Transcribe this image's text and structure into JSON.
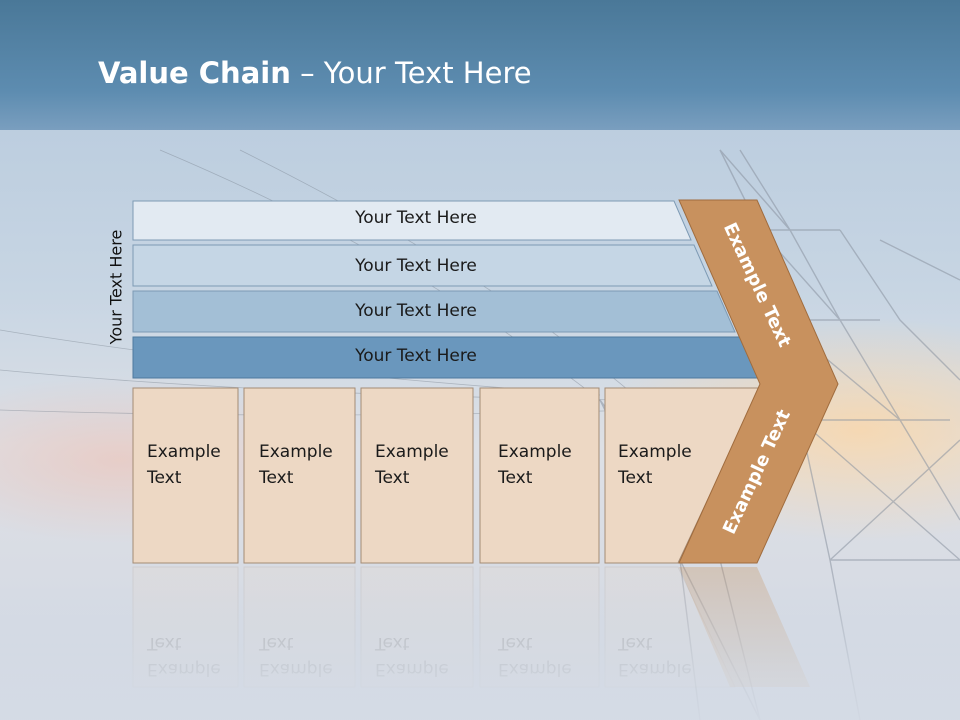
{
  "title": {
    "bold": "Value Chain",
    "rest": " – Your Text Here"
  },
  "side_label": "Your Text Here",
  "bars": [
    "Your Text Here",
    "Your Text Here",
    "Your Text Here",
    "Your Text Here"
  ],
  "boxes": [
    {
      "line1": "Example",
      "line2": "Text"
    },
    {
      "line1": "Example",
      "line2": "Text"
    },
    {
      "line1": "Example",
      "line2": "Text"
    },
    {
      "line1": "Example",
      "line2": "Text"
    },
    {
      "line1": "Example",
      "line2": "Text"
    }
  ],
  "arrow_top": "Example Text",
  "arrow_bottom": "Example Text",
  "colors": {
    "bar1": "#e2eaf2",
    "bar2": "#c5d6e5",
    "bar3": "#a3bfd6",
    "bar4": "#6a97bd",
    "box": "#edd8c4",
    "arrow": "#c8915e"
  }
}
